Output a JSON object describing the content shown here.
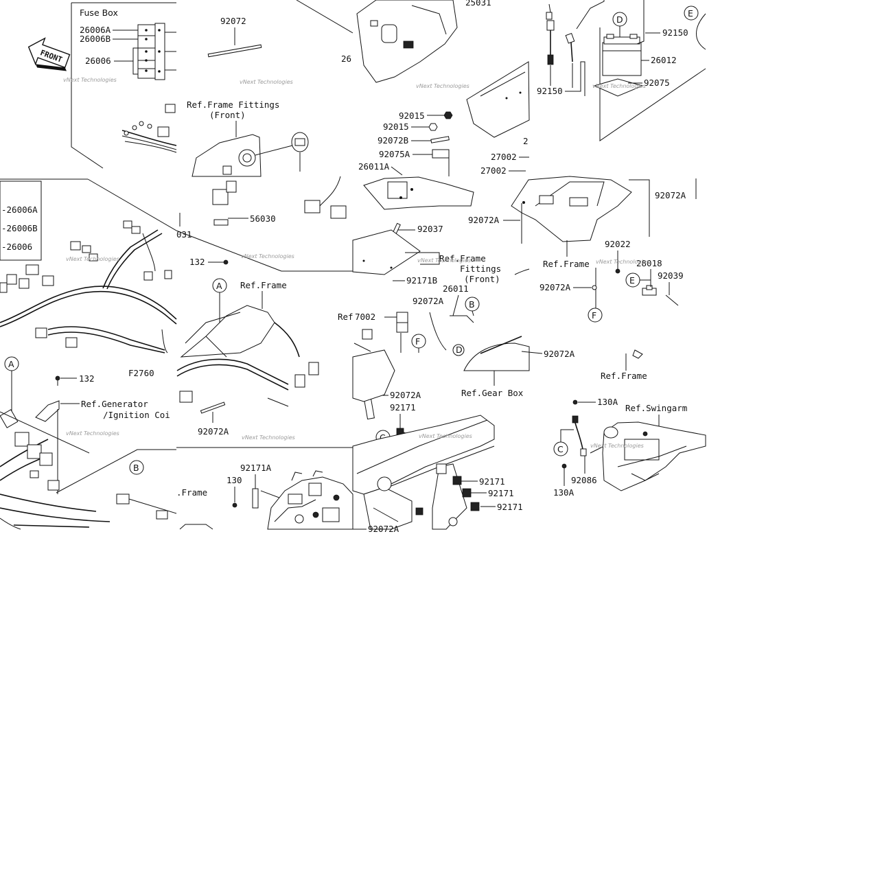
{
  "tiles": {
    "t1": {
      "fuse_box": "Fuse Box",
      "front": "FRONT",
      "p26006A": "26006A",
      "p26006B": "26006B",
      "p26006": "26006"
    },
    "t2": {
      "p92072": "92072",
      "ref_frame_fittings": "Ref.Frame Fittings",
      "front_paren": "(Front)"
    },
    "t3": {
      "p25031": "25031",
      "p26_partial": "26",
      "p92015_a": "92015",
      "p92015_b": "92015",
      "p92072B": "92072B",
      "p92075A": "92075A",
      "p26011A": "26011A"
    },
    "t4": {
      "p27002_a": "27002",
      "p27002_b": "27002",
      "p2_partial": "2"
    },
    "t5": {
      "d": "D",
      "e": "E",
      "p92150_a": "92150",
      "p92150_b": "92150",
      "p26012": "26012",
      "p92075": "92075"
    },
    "t6": {
      "p26006A": "-26006A",
      "p26006B": "-26006B",
      "p26006": "-26006"
    },
    "t7": {
      "p031": "031",
      "p56030": "56030",
      "p132": "132",
      "a": "A",
      "ref_frame": "Ref.Frame",
      "p92072A": "92072A"
    },
    "t8": {
      "p92037": "92037",
      "ref_frame": "Ref.Frame",
      "fittings": "Fittings",
      "front_paren": "(Front)",
      "p92171B": "92171B",
      "p92072A_a": "92072A",
      "p26011": "26011",
      "b": "B",
      "ref_partial": "Ref",
      "p7002": "7002",
      "f": "F",
      "d": "D",
      "p92072A_b": "92072A",
      "p92072A_c": "92072A",
      "ref_gear_box": "Ref.Gear Box"
    },
    "t9": {
      "p92072A_a": "92072A",
      "p92072A_b": "92072A",
      "ref_frame_a": "Ref.Frame",
      "ref_frame_b": "Ref.Frame",
      "p92022": "92022",
      "p28018": "28018",
      "p92039": "92039",
      "e": "E",
      "f": "F",
      "p92072A_c": "92072A"
    },
    "t10": {
      "a": "A",
      "p132": "132",
      "f2760": "F2760",
      "ref_generator": "Ref.Generator",
      "ignition": "/Ignition Coi",
      "b": "B"
    },
    "t11": {
      "p92171A": "92171A",
      "p130": "130",
      "frame_partial": ".Frame"
    },
    "t12": {
      "p92171_a": "92171",
      "c": "C",
      "p92171_b": "92171",
      "p92171_c": "92171",
      "p92171_d": "92171",
      "p92072A": "92072A"
    },
    "t13": {
      "p130A_a": "130A",
      "ref_swingarm": "Ref.Swingarm",
      "c": "C",
      "p130A_b": "130A",
      "p92086": "92086"
    }
  },
  "watermark": "vNext Technologies"
}
